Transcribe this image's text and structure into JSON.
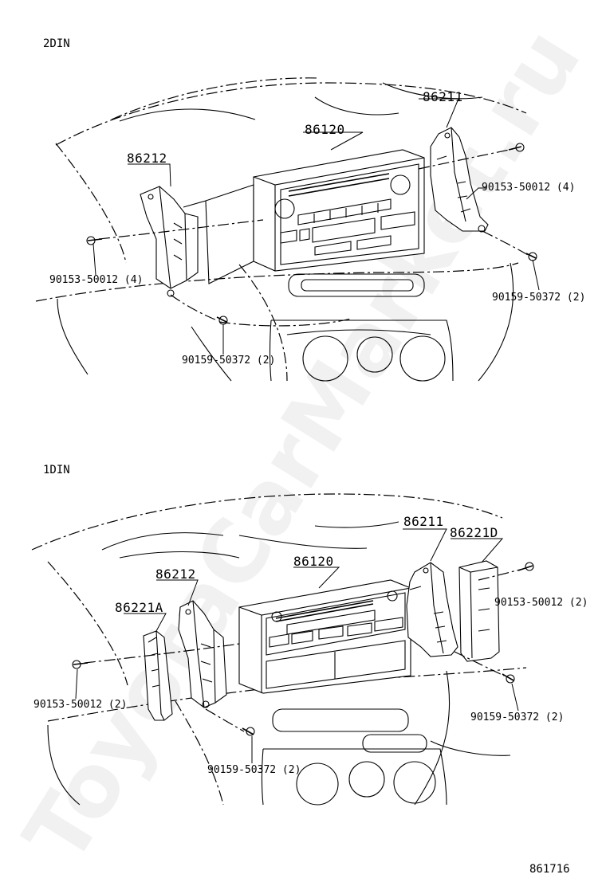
{
  "sections": [
    {
      "id": "2din",
      "title": "2DIN",
      "labels": {
        "radio": "86120",
        "bracket_left": "86212",
        "bracket_right": "86211",
        "screw_left": "90153-50012 (4)",
        "screw_right": "90153-50012 (4)",
        "bolt_left": "90159-50372 (2)",
        "bolt_right": "90159-50372 (2)"
      }
    },
    {
      "id": "1din",
      "title": "1DIN",
      "labels": {
        "radio": "86120",
        "bracket_left": "86212",
        "bracket_right": "86211",
        "spacer_left": "86221A",
        "spacer_right": "86221D",
        "screw_left": "90153-50012 (2)",
        "screw_right": "90153-50012 (2)",
        "bolt_left": "90159-50372 (2)",
        "bolt_right": "90159-50372 (2)"
      }
    }
  ],
  "figure_code": "861716",
  "watermark": "ToyotaCarMarket.ru"
}
